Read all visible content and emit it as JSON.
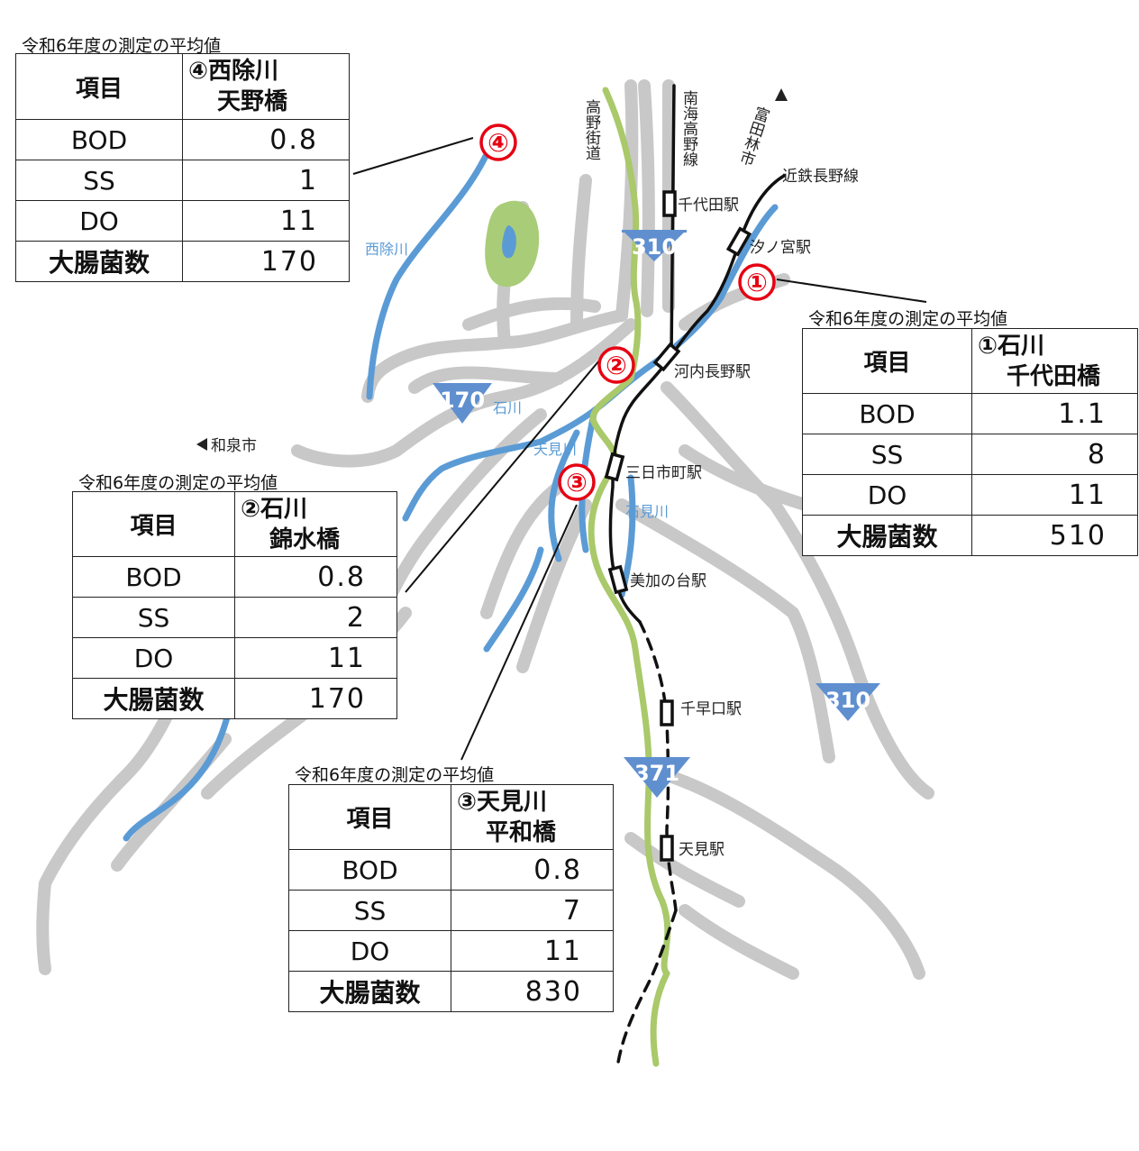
{
  "caption": "令和6年度の測定の平均値",
  "tables": [
    {
      "id": "4",
      "station_line1": "④西除川",
      "station_line2": "天野橋",
      "header_label": "項目",
      "rows": [
        {
          "label": "BOD",
          "value": "0.8"
        },
        {
          "label": "SS",
          "value": "1"
        },
        {
          "label": "DO",
          "value": "11"
        },
        {
          "label": "大腸菌数",
          "value": "170"
        }
      ]
    },
    {
      "id": "1",
      "station_line1": "①石川",
      "station_line2": "千代田橋",
      "header_label": "項目",
      "rows": [
        {
          "label": "BOD",
          "value": "1.1"
        },
        {
          "label": "SS",
          "value": "8"
        },
        {
          "label": "DO",
          "value": "11"
        },
        {
          "label": "大腸菌数",
          "value": "510"
        }
      ]
    },
    {
      "id": "2",
      "station_line1": "②石川",
      "station_line2": "錦水橋",
      "header_label": "項目",
      "rows": [
        {
          "label": "BOD",
          "value": "0.8"
        },
        {
          "label": "SS",
          "value": "2"
        },
        {
          "label": "DO",
          "value": "11"
        },
        {
          "label": "大腸菌数",
          "value": "170"
        }
      ]
    },
    {
      "id": "3",
      "station_line1": "③天見川",
      "station_line2": "平和橋",
      "header_label": "項目",
      "rows": [
        {
          "label": "BOD",
          "value": "0.8"
        },
        {
          "label": "SS",
          "value": "7"
        },
        {
          "label": "DO",
          "value": "11"
        },
        {
          "label": "大腸菌数",
          "value": "830"
        }
      ]
    }
  ],
  "markers": {
    "m1": "①",
    "m2": "②",
    "m3": "③",
    "m4": "④"
  },
  "stations": {
    "chiyoda": "千代田駅",
    "kinokuni": "汐ノ宮駅",
    "kawachinagano": "河内長野駅",
    "mikkaichi": "三日市町駅",
    "mikanodai": "美加の台駅",
    "chihayaguchi": "千早口駅",
    "amami": "天見駅"
  },
  "lines": {
    "nankai": "南海高野線",
    "kintetsu": "近鉄長野線",
    "koya_kaido": "高野街道"
  },
  "rivers": {
    "nishiyoke": "西除川",
    "ishikawa_upper": "石川",
    "amami": "天見川",
    "ishimi": "石見川"
  },
  "places": {
    "tondabayashi": "富田林市",
    "izumi": "和泉市"
  },
  "routes": {
    "r310a": "310",
    "r170": "170",
    "r310b": "310",
    "r371": "371"
  },
  "colors": {
    "road": "#c8c8c8",
    "river": "#5b9bd5",
    "kaido": "#a9c96a",
    "marker": "#e60012",
    "route_shield": "#5f8fcf",
    "park": "#a9cc78"
  }
}
